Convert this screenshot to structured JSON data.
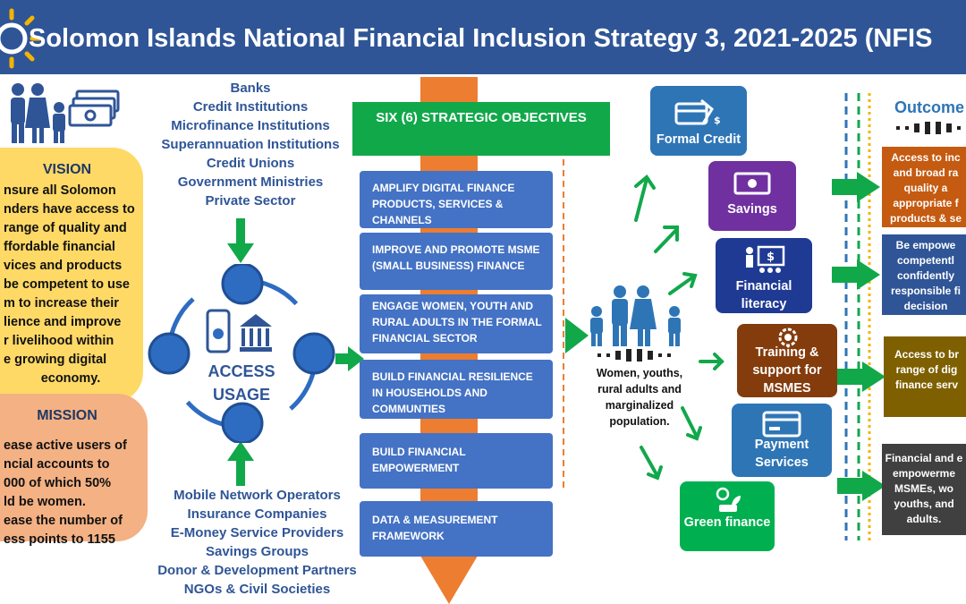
{
  "title": "Solomon Islands National Financial Inclusion Strategy 3, 2021-2025 (NFIS",
  "vision": {
    "heading": "VISION",
    "lines": [
      "nsure all Solomon",
      "nders have access to",
      "range of quality and",
      "ffordable financial",
      "vices and products",
      "be competent to use",
      "m to increase their",
      "lience and improve",
      "r livelihood within",
      "e growing digital",
      "economy."
    ]
  },
  "mission": {
    "heading": "MISSION",
    "lines": [
      "ease active users of",
      "ncial accounts to",
      "000 of which 50%",
      "ld be women.",
      "ease the number of",
      "ess points to 1155"
    ]
  },
  "stakeholders_top": [
    "Banks",
    "Credit Institutions",
    "Microfinance Institutions",
    "Superannuation Institutions",
    "Credit Unions",
    "Government Ministries",
    "Private Sector"
  ],
  "stakeholders_bottom": [
    "Mobile Network Operators",
    "Insurance Companies",
    "E-Money Service Providers",
    "Savings Groups",
    "Donor & Development Partners",
    "NGOs & Civil Societies"
  ],
  "hub": {
    "line1": "ACCESS",
    "line2": "USAGE"
  },
  "objectives": {
    "heading": "SIX (6) STRATEGIC OBJECTIVES",
    "items": [
      "AMPLIFY DIGITAL FINANCE PRODUCTS, SERVICES & CHANNELS",
      "IMPROVE AND PROMOTE MSME (SMALL BUSINESS) FINANCE",
      "ENGAGE WOMEN, YOUTH AND RURAL ADULTS IN THE FORMAL FINANCIAL SECTOR",
      "BUILD FINANCIAL RESILIENCE IN HOUSEHOLDS AND COMMUNTIES",
      "BUILD FINANCIAL EMPOWERMENT",
      "DATA & MEASUREMENT FRAMEWORK"
    ]
  },
  "target": "Women, youths, rural adults and marginalized population.",
  "services": [
    {
      "label": "Formal Credit",
      "color": "#2e75b6",
      "icon": "credit-card-icon"
    },
    {
      "label": "Savings",
      "color": "#7030a0",
      "icon": "money-icon"
    },
    {
      "label": "Financial literacy",
      "color": "#1f3a93",
      "icon": "teacher-icon"
    },
    {
      "label": "Training & support for MSMES",
      "color": "#843c0c",
      "icon": "gear-icon"
    },
    {
      "label": "Payment Services",
      "color": "#2e75b6",
      "icon": "payment-card-icon"
    },
    {
      "label": "Green finance",
      "color": "#00b050",
      "icon": "plant-icon"
    }
  ],
  "outcomes": {
    "heading": "Outcome",
    "items": [
      {
        "text": "Access to inc and broad ra quality a appropriate f products & se",
        "color": "#c55a11"
      },
      {
        "text": "Be empowe competentl confidently responsible fi decision",
        "color": "#2f5597"
      },
      {
        "text": "Access to br range of dig finance serv",
        "color": "#7f6000"
      },
      {
        "text": "Financial and e empowerme MSMEs, wo youths, and adults.",
        "color": "#404040"
      }
    ]
  },
  "colors": {
    "header": "#2f5597",
    "accent_green": "#11a84a",
    "orange": "#ed7d31",
    "objective_blue": "#4472c4"
  }
}
